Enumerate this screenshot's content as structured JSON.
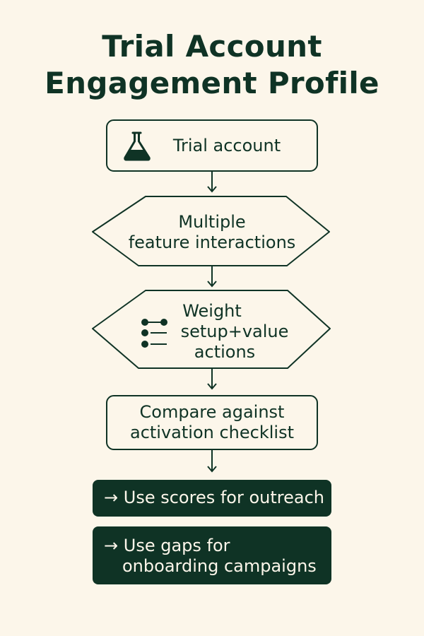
{
  "title": {
    "line1": "Trial Account",
    "line2": "Engagement Profile"
  },
  "nodes": {
    "trial_account": {
      "label": "Trial account",
      "icon": "flask-icon"
    },
    "feature_interactions": {
      "line1": "Multiple",
      "line2": "feature interactions"
    },
    "weight_actions": {
      "line1": "Weight",
      "line2": "setup+value",
      "line3": "actions",
      "icon": "list-icon"
    },
    "compare": {
      "line1": "Compare against",
      "line2": "activation checklist"
    }
  },
  "actions": {
    "outreach": {
      "arrow": "→",
      "label": "Use scores for outreach"
    },
    "onboarding": {
      "arrow": "→",
      "line1": "Use gaps for",
      "line2": "onboarding campaigns"
    }
  },
  "colors": {
    "background": "#fcf6ea",
    "ink": "#0f3325",
    "action_fill": "#0f3325",
    "action_text": "#fcf6ea"
  }
}
